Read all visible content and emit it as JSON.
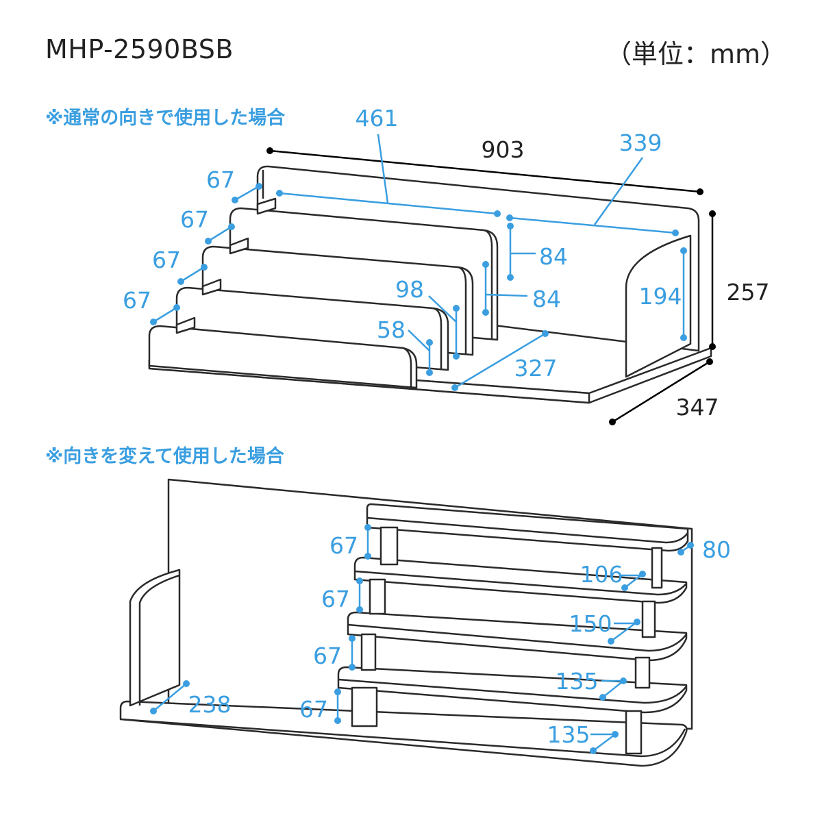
{
  "header": {
    "model": "MHP-2590BSB",
    "unit": "（単位：mm）"
  },
  "section1": {
    "caption": "※通常の向きで使用した場合",
    "width": "903",
    "depth": "347",
    "height": "257",
    "upper_shelf_width": "461",
    "right_shelf_width": "339",
    "tier_pitch_1": "67",
    "tier_pitch_2": "67",
    "tier_pitch_3": "67",
    "tier_pitch_4": "67",
    "step_upper": "84",
    "step_lower": "84",
    "tier_height_98": "98",
    "tier_height_58": "58",
    "base_depth": "327",
    "end_height": "194"
  },
  "section2": {
    "caption": "※向きを変えて使用した場合",
    "gap_1": "67",
    "gap_2": "67",
    "gap_3": "67",
    "gap_4": "67",
    "top_thickness": "80",
    "depth_1": "106",
    "depth_2": "150",
    "depth_3": "135",
    "depth_4": "135",
    "base_depth": "238"
  },
  "colors": {
    "dimension": "#3a9ee0",
    "outline": "#2a2a2a",
    "primary_dimension": "#000000"
  }
}
